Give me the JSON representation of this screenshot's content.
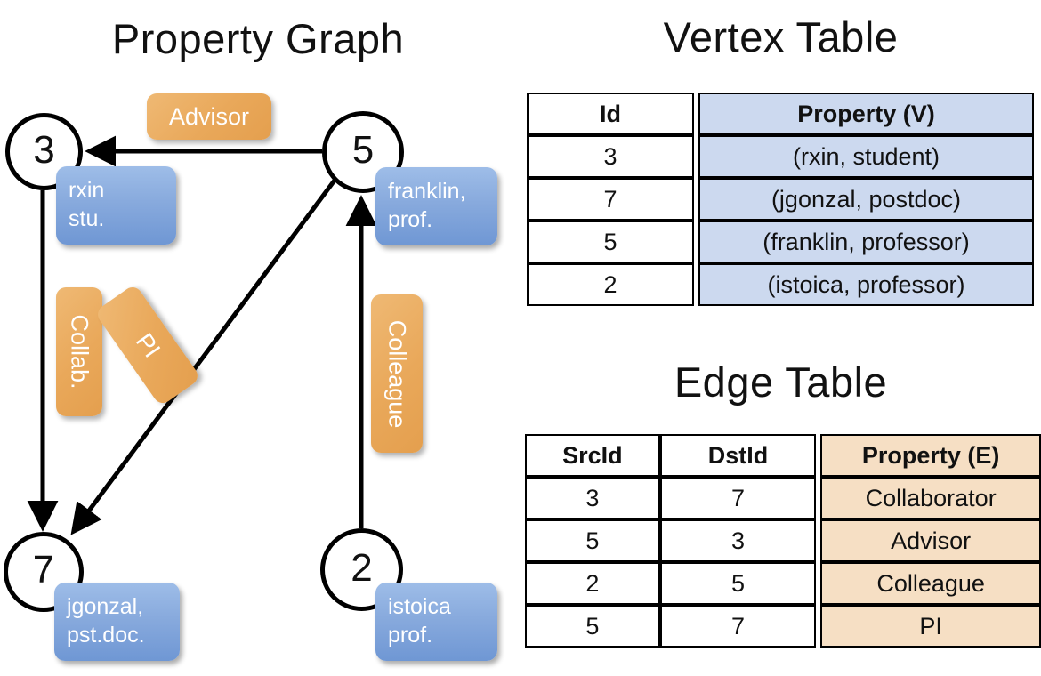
{
  "titles": {
    "property_graph": "Property Graph",
    "vertex_table": "Vertex Table",
    "edge_table": "Edge Table"
  },
  "graph": {
    "nodes": [
      {
        "id": "3",
        "property": "rxin\nstu."
      },
      {
        "id": "5",
        "property": "franklin,\nprof."
      },
      {
        "id": "7",
        "property": "jgonzal,\npst.doc."
      },
      {
        "id": "2",
        "property": "istoica\nprof."
      }
    ],
    "node_labels": {
      "n3": "3",
      "n5": "5",
      "n7": "7",
      "n2": "2"
    },
    "property_text": {
      "rxin_line1": "rxin",
      "rxin_line2": "stu.",
      "franklin_line1": "franklin,",
      "franklin_line2": "prof.",
      "jgonzal_line1": "jgonzal,",
      "jgonzal_line2": "pst.doc.",
      "istoica_line1": "istoica",
      "istoica_line2": "prof."
    },
    "edge_labels": {
      "advisor": "Advisor",
      "collab": "Collab.",
      "pi": "PI",
      "colleague": "Colleague"
    },
    "edges": [
      {
        "src": "5",
        "dst": "3",
        "label": "Advisor"
      },
      {
        "src": "3",
        "dst": "7",
        "label": "Collab."
      },
      {
        "src": "5",
        "dst": "7",
        "label": "PI"
      },
      {
        "src": "2",
        "dst": "5",
        "label": "Colleague"
      }
    ]
  },
  "colors": {
    "vertex_property_fill": "#ccd9ef",
    "edge_property_fill": "#f6dfc4",
    "node_box_fill": "#88aadd",
    "edge_label_fill": "#e9a85a",
    "border": "#000000"
  },
  "vertex_table": {
    "headers": [
      "Id",
      "Property (V)"
    ],
    "rows": [
      {
        "id": "3",
        "property": "(rxin, student)"
      },
      {
        "id": "7",
        "property": "(jgonzal, postdoc)"
      },
      {
        "id": "5",
        "property": "(franklin, professor)"
      },
      {
        "id": "2",
        "property": "(istoica, professor)"
      }
    ]
  },
  "edge_table": {
    "headers": [
      "SrcId",
      "DstId",
      "Property (E)"
    ],
    "rows": [
      {
        "src": "3",
        "dst": "7",
        "property": "Collaborator"
      },
      {
        "src": "5",
        "dst": "3",
        "property": "Advisor"
      },
      {
        "src": "2",
        "dst": "5",
        "property": "Colleague"
      },
      {
        "src": "5",
        "dst": "7",
        "property": "PI"
      }
    ]
  }
}
